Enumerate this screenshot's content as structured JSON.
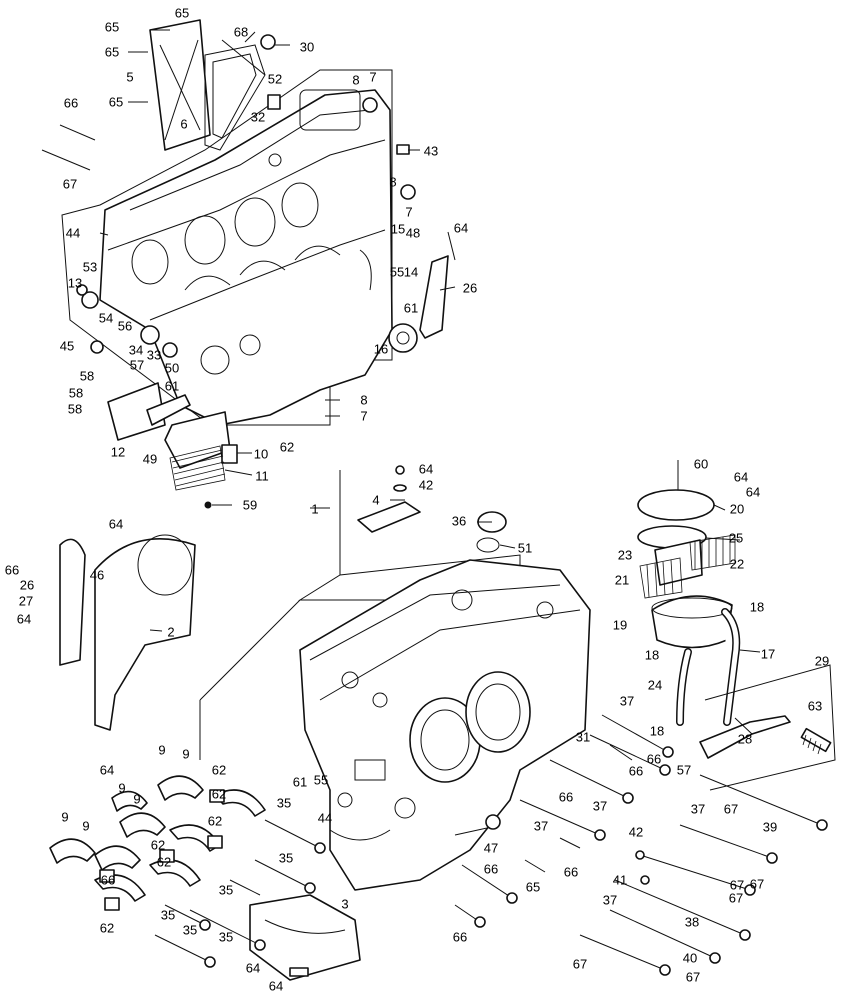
{
  "callouts": [
    "65",
    "65",
    "65",
    "65",
    "68",
    "30",
    "52",
    "5",
    "6",
    "32",
    "8",
    "7",
    "66",
    "67",
    "43",
    "8",
    "7",
    "44",
    "15",
    "48",
    "64",
    "53",
    "13",
    "55",
    "14",
    "26",
    "61",
    "54",
    "56",
    "45",
    "34",
    "33",
    "50",
    "16",
    "58",
    "58",
    "58",
    "57",
    "61",
    "12",
    "49",
    "8",
    "7",
    "62",
    "10",
    "11",
    "59",
    "60",
    "64",
    "64",
    "64",
    "42",
    "1",
    "4",
    "20",
    "36",
    "51",
    "25",
    "23",
    "22",
    "21",
    "18",
    "19",
    "64",
    "66",
    "46",
    "26",
    "27",
    "64",
    "2",
    "18",
    "17",
    "29",
    "24",
    "37",
    "63",
    "18",
    "31",
    "28",
    "66",
    "66",
    "57",
    "64",
    "9",
    "9",
    "62",
    "61",
    "55",
    "9",
    "9",
    "62",
    "35",
    "44",
    "39",
    "66",
    "37",
    "37",
    "37",
    "67",
    "9",
    "9",
    "62",
    "62",
    "47",
    "42",
    "35",
    "66",
    "66",
    "67",
    "62",
    "35",
    "41",
    "67",
    "38",
    "35",
    "66",
    "65",
    "37",
    "67",
    "35",
    "35",
    "3",
    "40",
    "62",
    "64",
    "66",
    "67",
    "67",
    "64"
  ]
}
